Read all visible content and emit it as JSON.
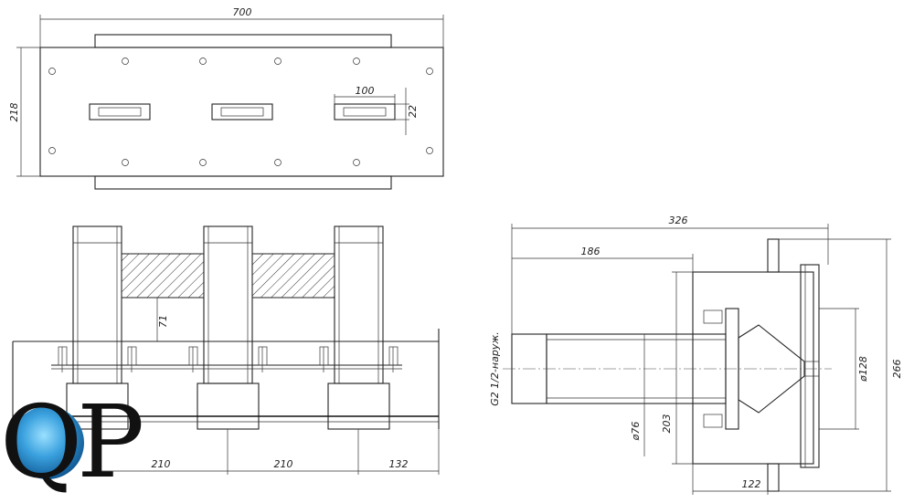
{
  "dimensions": {
    "top_width": "700",
    "top_height": "218",
    "slot_length": "100",
    "slot_height": "22",
    "depth": "71",
    "spacing_1": "210",
    "spacing_2": "210",
    "spacing_3": "132",
    "side_total": "326",
    "side_inner": "186",
    "side_thread": "G2 1/2-наруж.",
    "side_dia_76": "ø76",
    "side_h_203": "203",
    "side_base": "122",
    "side_dia_128": "ø128",
    "side_height": "266"
  },
  "logo": {
    "text": "QP"
  },
  "colors": {
    "line": "#222222",
    "water_dark": "#0a4f8a",
    "water_light": "#4fb3e8"
  }
}
